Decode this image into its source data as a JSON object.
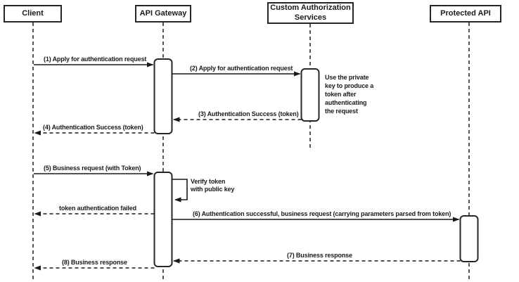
{
  "participants": [
    {
      "name": "Client"
    },
    {
      "name": "API Gateway"
    },
    {
      "name": "Custom Authorization Services"
    },
    {
      "name": "Protected API"
    }
  ],
  "messages": [
    {
      "label": "(1) Apply for authentication request",
      "from": "Client",
      "to": "API Gateway",
      "line": "solid"
    },
    {
      "label": "(2) Apply for authentication request",
      "from": "API Gateway",
      "to": "Custom Authorization Services",
      "line": "solid"
    },
    {
      "label": "(3) Authentication Success (token)",
      "from": "Custom Authorization Services",
      "to": "API Gateway",
      "line": "dashed"
    },
    {
      "label": "(4) Authentication Success (token)",
      "from": "API Gateway",
      "to": "Client",
      "line": "dashed"
    },
    {
      "label": "(5) Business request (with Token)",
      "from": "Client",
      "to": "API Gateway",
      "line": "solid"
    },
    {
      "label": "Verify token with public key",
      "from": "API Gateway",
      "to": "API Gateway",
      "line": "solid"
    },
    {
      "label": "token authentication failed",
      "from": "API Gateway",
      "to": "Client",
      "line": "dashed"
    },
    {
      "label": "(6) Authentication successful, business request (carrying parameters parsed from token)",
      "from": "API Gateway",
      "to": "Protected API",
      "line": "solid"
    },
    {
      "label": "(7) Business response",
      "from": "Protected API",
      "to": "API Gateway",
      "line": "dashed"
    },
    {
      "label": "(8) Business response",
      "from": "API Gateway",
      "to": "Client",
      "line": "dashed"
    }
  ],
  "note": {
    "text": "Use the private key to produce a token after authenticating the request"
  },
  "colors": {
    "line": "#1f1f1f",
    "background": "#ffffff",
    "box_fill": "#ffffff",
    "box_border": "#262626"
  }
}
